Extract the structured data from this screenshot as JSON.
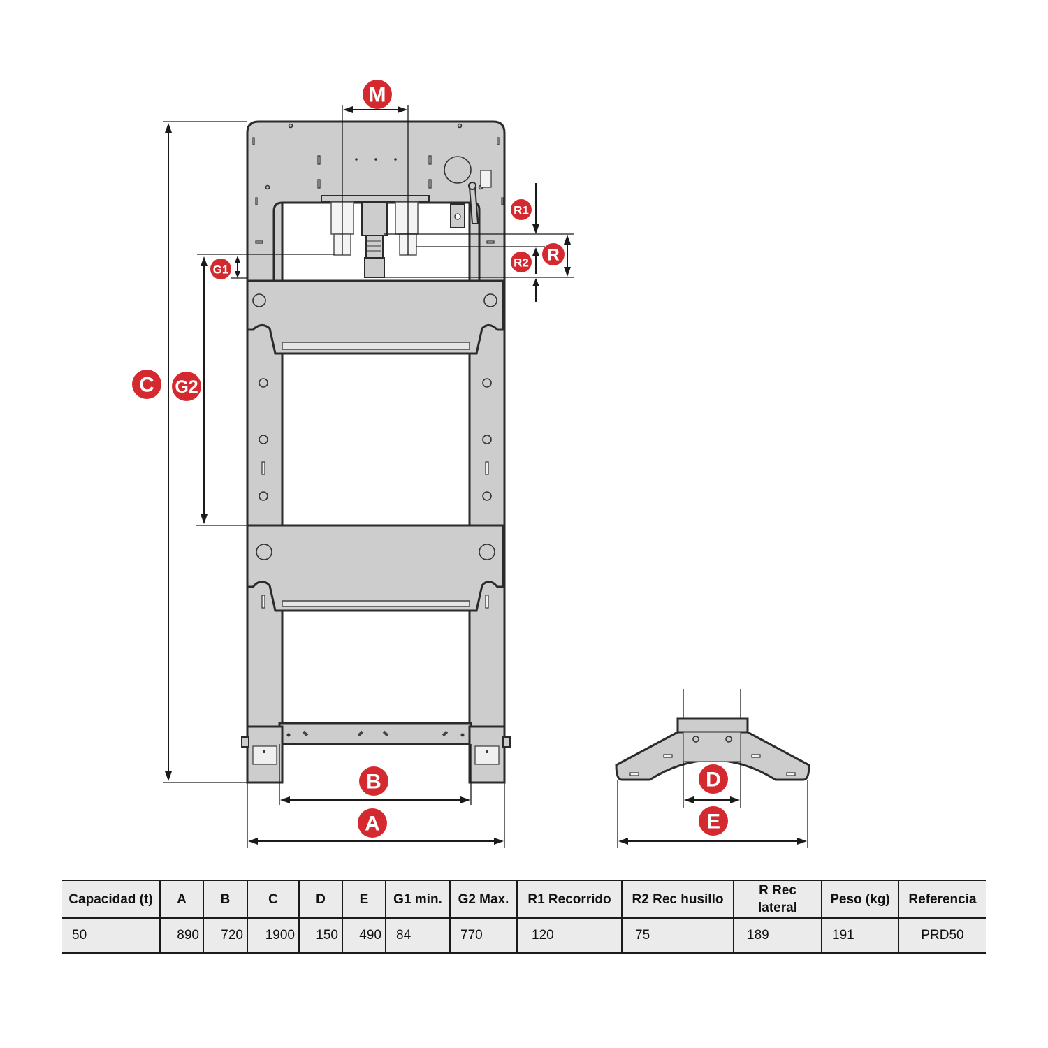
{
  "labels": {
    "M": "M",
    "R1": "R1",
    "R": "R",
    "R2": "R2",
    "G1": "G1",
    "C": "C",
    "G2": "G2",
    "B": "B",
    "A": "A",
    "D": "D",
    "E": "E"
  },
  "colors": {
    "badge": "#d42a2f",
    "frame": "#cdcdcd",
    "line": "#2b2b2b",
    "table_bg": "#ebebeb"
  },
  "table": {
    "headers": [
      "Capacidad (t)",
      "A",
      "B",
      "C",
      "D",
      "E",
      "G1 min.",
      "G2 Max.",
      "R1 Recorrido",
      "R2 Rec husillo",
      "R Rec lateral",
      "Peso (kg)",
      "Referencia"
    ],
    "row": [
      "50",
      "890",
      "720",
      "1900",
      "150",
      "490",
      "84",
      "770",
      "120",
      "75",
      "189",
      "191",
      "PRD50"
    ]
  }
}
